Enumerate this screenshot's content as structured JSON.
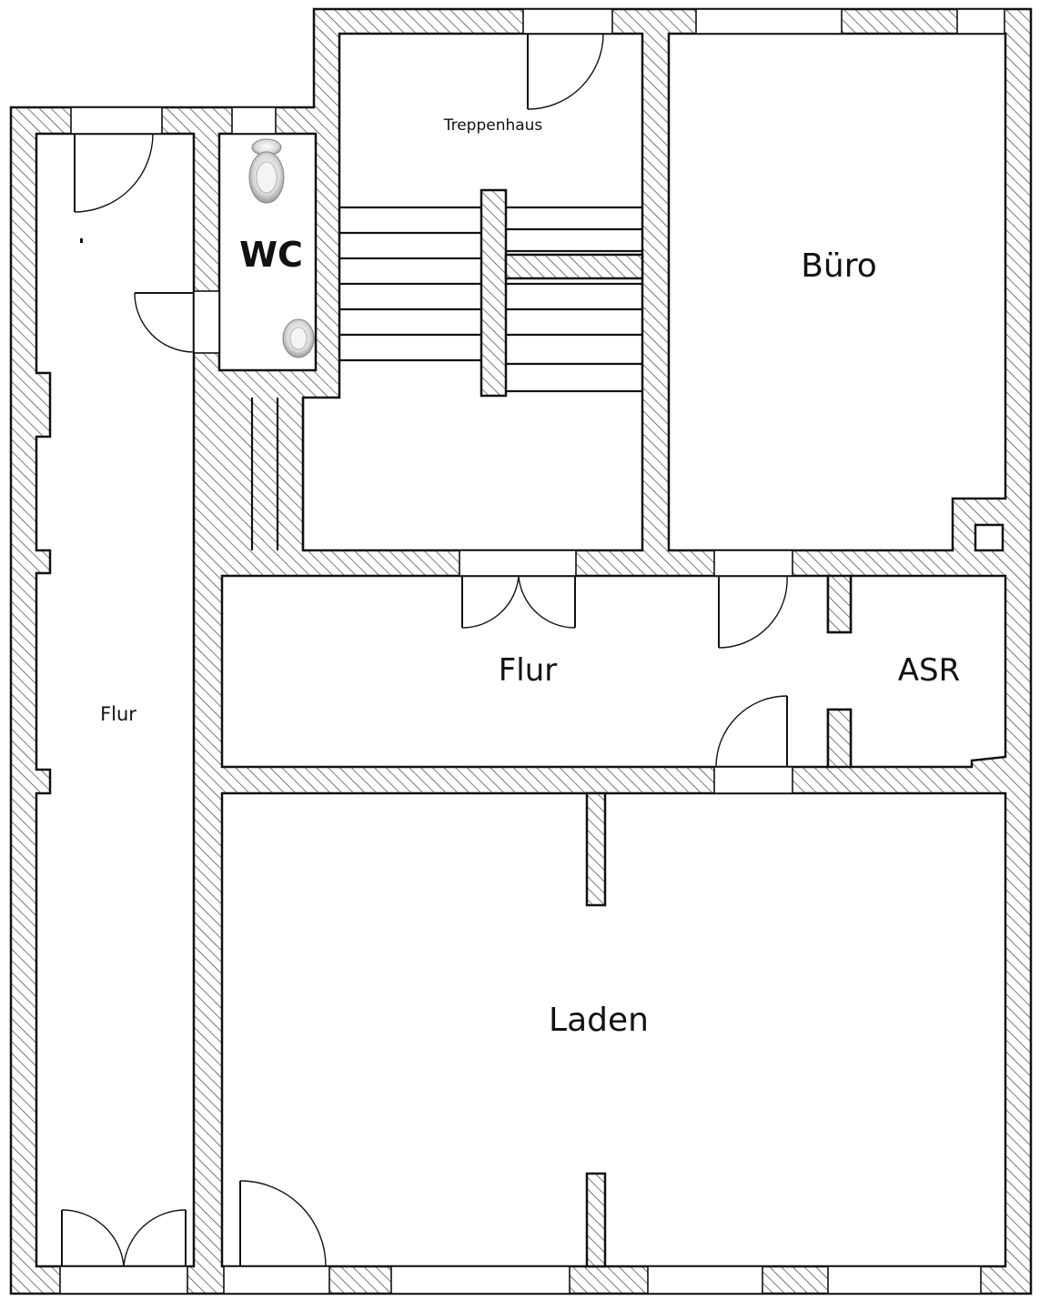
{
  "plan": {
    "title": "",
    "rooms": {
      "treppenhaus": "Treppenhaus",
      "wc": "WC",
      "buero": "Büro",
      "flur_main": "Flur",
      "asr": "ASR",
      "flur_left": "Flur",
      "laden": "Laden"
    },
    "fixtures": [
      "toilet-icon",
      "sink-icon"
    ],
    "colors": {
      "line": "#111111",
      "background": "#ffffff"
    }
  }
}
